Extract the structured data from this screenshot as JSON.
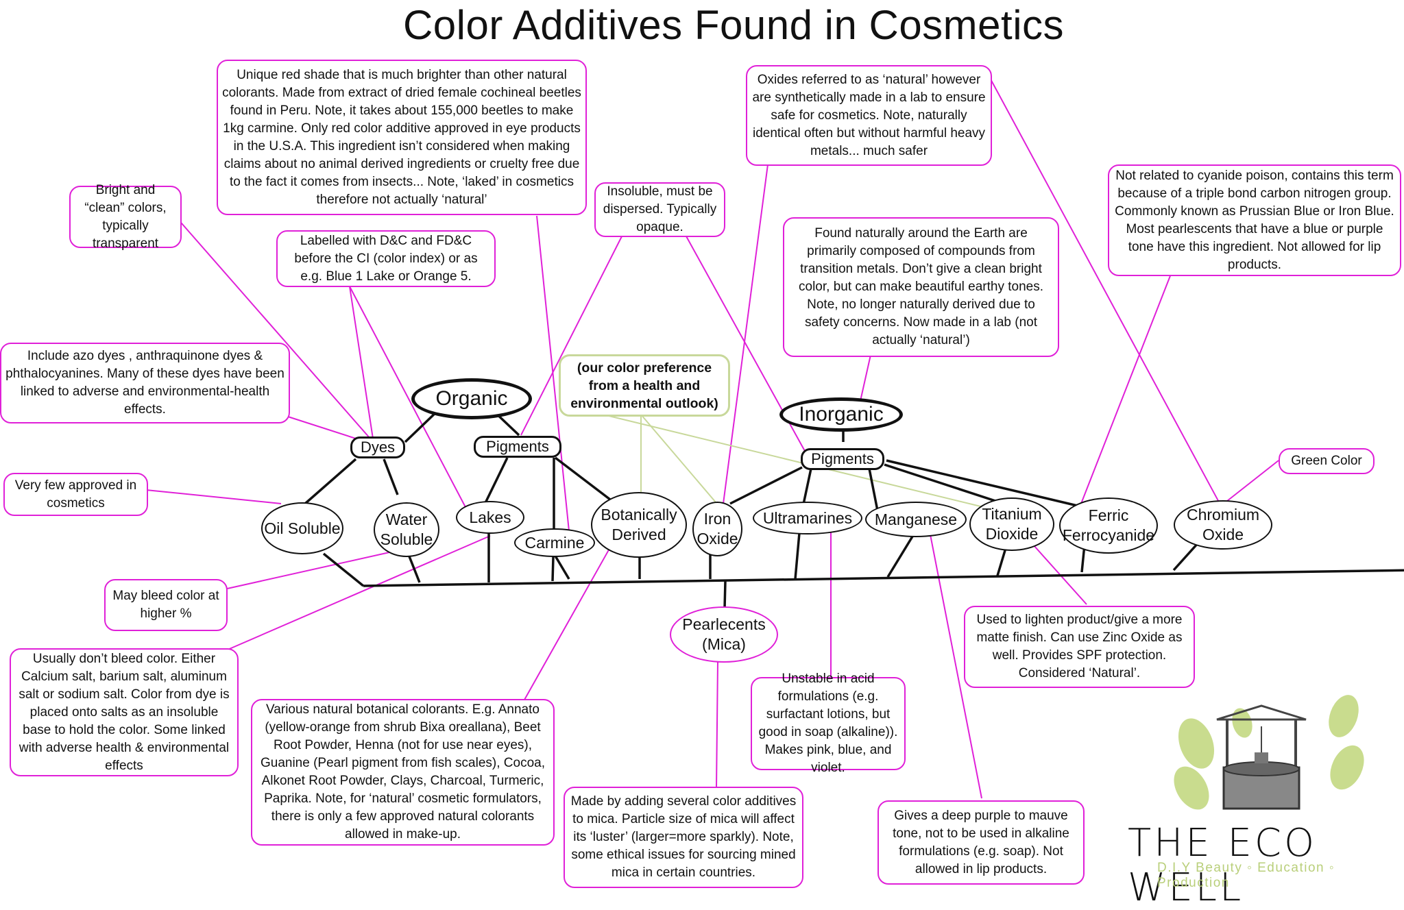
{
  "title": "Color Additives Found in Cosmetics",
  "colors": {
    "callout_border": "#e020d8",
    "connector": "#e020d8",
    "highlight_border": "#c8d89a",
    "tree": "#111111",
    "logo_green": "#b9cf7a"
  },
  "nodes": {
    "organic": "Organic",
    "inorganic": "Inorganic",
    "dyes": "Dyes",
    "organic_pigments": "Pigments",
    "inorganic_pigments": "Pigments",
    "oil_soluble": "Oil Soluble",
    "water_soluble": "Water Soluble",
    "lakes": "Lakes",
    "carmine": "Carmine",
    "botanically_derived": "Botanically Derived",
    "iron_oxide": "Iron Oxide",
    "ultramarines": "Ultramarines",
    "manganese": "Manganese",
    "titanium_dioxide": "Titanium Dioxide",
    "ferric_ferrocyanide": "Ferric Ferrocyanide",
    "chromium_oxide": "Chromium Oxide",
    "pearlecents": "Pearlecents (Mica)"
  },
  "notes": {
    "carmine": "Unique red shade that is much brighter than other natural colorants. Made from extract of dried female cochineal beetles found in Peru. Note, it takes about 155,000 beetles to make 1kg carmine. Only red color additive approved in eye products in the U.S.A. This ingredient isn’t considered when making claims about no animal derived ingredients or cruelty free due to the fact it comes from insects... Note, ‘laked’ in cosmetics therefore not actually ‘natural’",
    "iron_oxide": "Oxides referred to as ‘natural’ however are synthetically made in a lab to ensure safe for cosmetics. Note, naturally identical often but without harmful heavy metals... much safer",
    "dyes": "Bright and “clean” colors, typically transparent",
    "lakes_label": "Labelled with D&C and FD&C before the CI (color index) or as e.g. Blue 1 Lake or Orange 5.",
    "pigments": "Insoluble, must be dispersed. Typically opaque.",
    "inorganic": "Found naturally around the Earth are primarily composed of compounds from transition metals. Don’t give a clean bright color, but can make beautiful earthy tones. Note, no longer naturally derived due to safety concerns. Now made in a lab (not actually ‘natural’)",
    "ferric_ferrocyanide": "Not related to cyanide poison, contains this term because of a triple bond carbon nitrogen group. Commonly known as Prussian Blue or Iron Blue. Most pearlescents that have a blue or purple tone have this ingredient. Not allowed for lip products.",
    "organic_dyes": "Include azo dyes , anthraquinone dyes & phthalocyanines. Many of these dyes have been linked to adverse and environmental-health effects.",
    "preference": "(our color preference from a health and environmental outlook)",
    "oil_soluble": "Very few approved in cosmetics",
    "chromium_oxide": "Green Color",
    "water_soluble": "May bleed color at higher %",
    "titanium_dioxide": "Used to lighten product/give a more matte finish. Can use Zinc Oxide as well.  Provides SPF protection. Considered ‘Natural’.",
    "lakes": "Usually don’t bleed color. Either Calcium salt, barium salt, aluminum salt or sodium salt. Color from dye is placed onto salts as an insoluble base to hold the color. Some linked with adverse health & environmental effects",
    "ultramarines": "Unstable in acid formulations (e.g. surfactant lotions, but good in soap (alkaline)). Makes pink, blue, and violet.",
    "botanically_derived": "Various natural botanical colorants. E.g. Annato (yellow-orange from shrub Bixa oreallana), Beet Root Powder, Henna (not for use near eyes), Guanine (Pearl pigment from fish scales), Cocoa, Alkonet Root Powder, Clays, Charcoal, Turmeric, Paprika. Note, for ‘natural’ cosmetic formulators, there is only a few approved natural colorants allowed in make-up.",
    "pearlecents": "Made by adding several color additives to mica. Particle size of mica will affect its ‘luster’ (larger=more sparkly). Note, some ethical issues for sourcing mined mica in certain countries.",
    "manganese": "Gives a deep purple to mauve tone, not to be used in alkaline formulations (e.g. soap). Not allowed in lip products."
  },
  "logo": {
    "name": "THE ECO WELL",
    "tagline": "D.I.Y Beauty ◦ Education ◦ Production"
  }
}
